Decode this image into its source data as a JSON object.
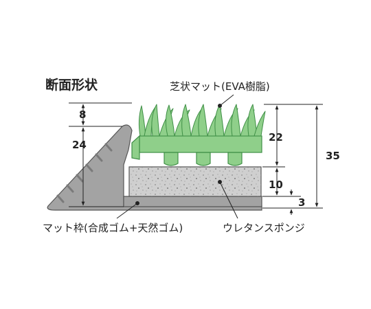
{
  "title": "断面形状",
  "labels": {
    "turf_mat": "芝状マット(EVA樹脂)",
    "frame": "マット枠(合成ゴム+天然ゴム)",
    "sponge": "ウレタンスポンジ"
  },
  "dimensions": {
    "grass_height": "8",
    "frame_height": "24",
    "mat_height": "22",
    "sponge_height": "10",
    "base_height": "3",
    "total_height": "35"
  },
  "colors": {
    "grass": "#8fcf8a",
    "grass_outline": "#3f8f46",
    "frame": "#a3a3a3",
    "frame_outline": "#555555",
    "sponge": "#cfcfcf",
    "line": "#222222"
  }
}
